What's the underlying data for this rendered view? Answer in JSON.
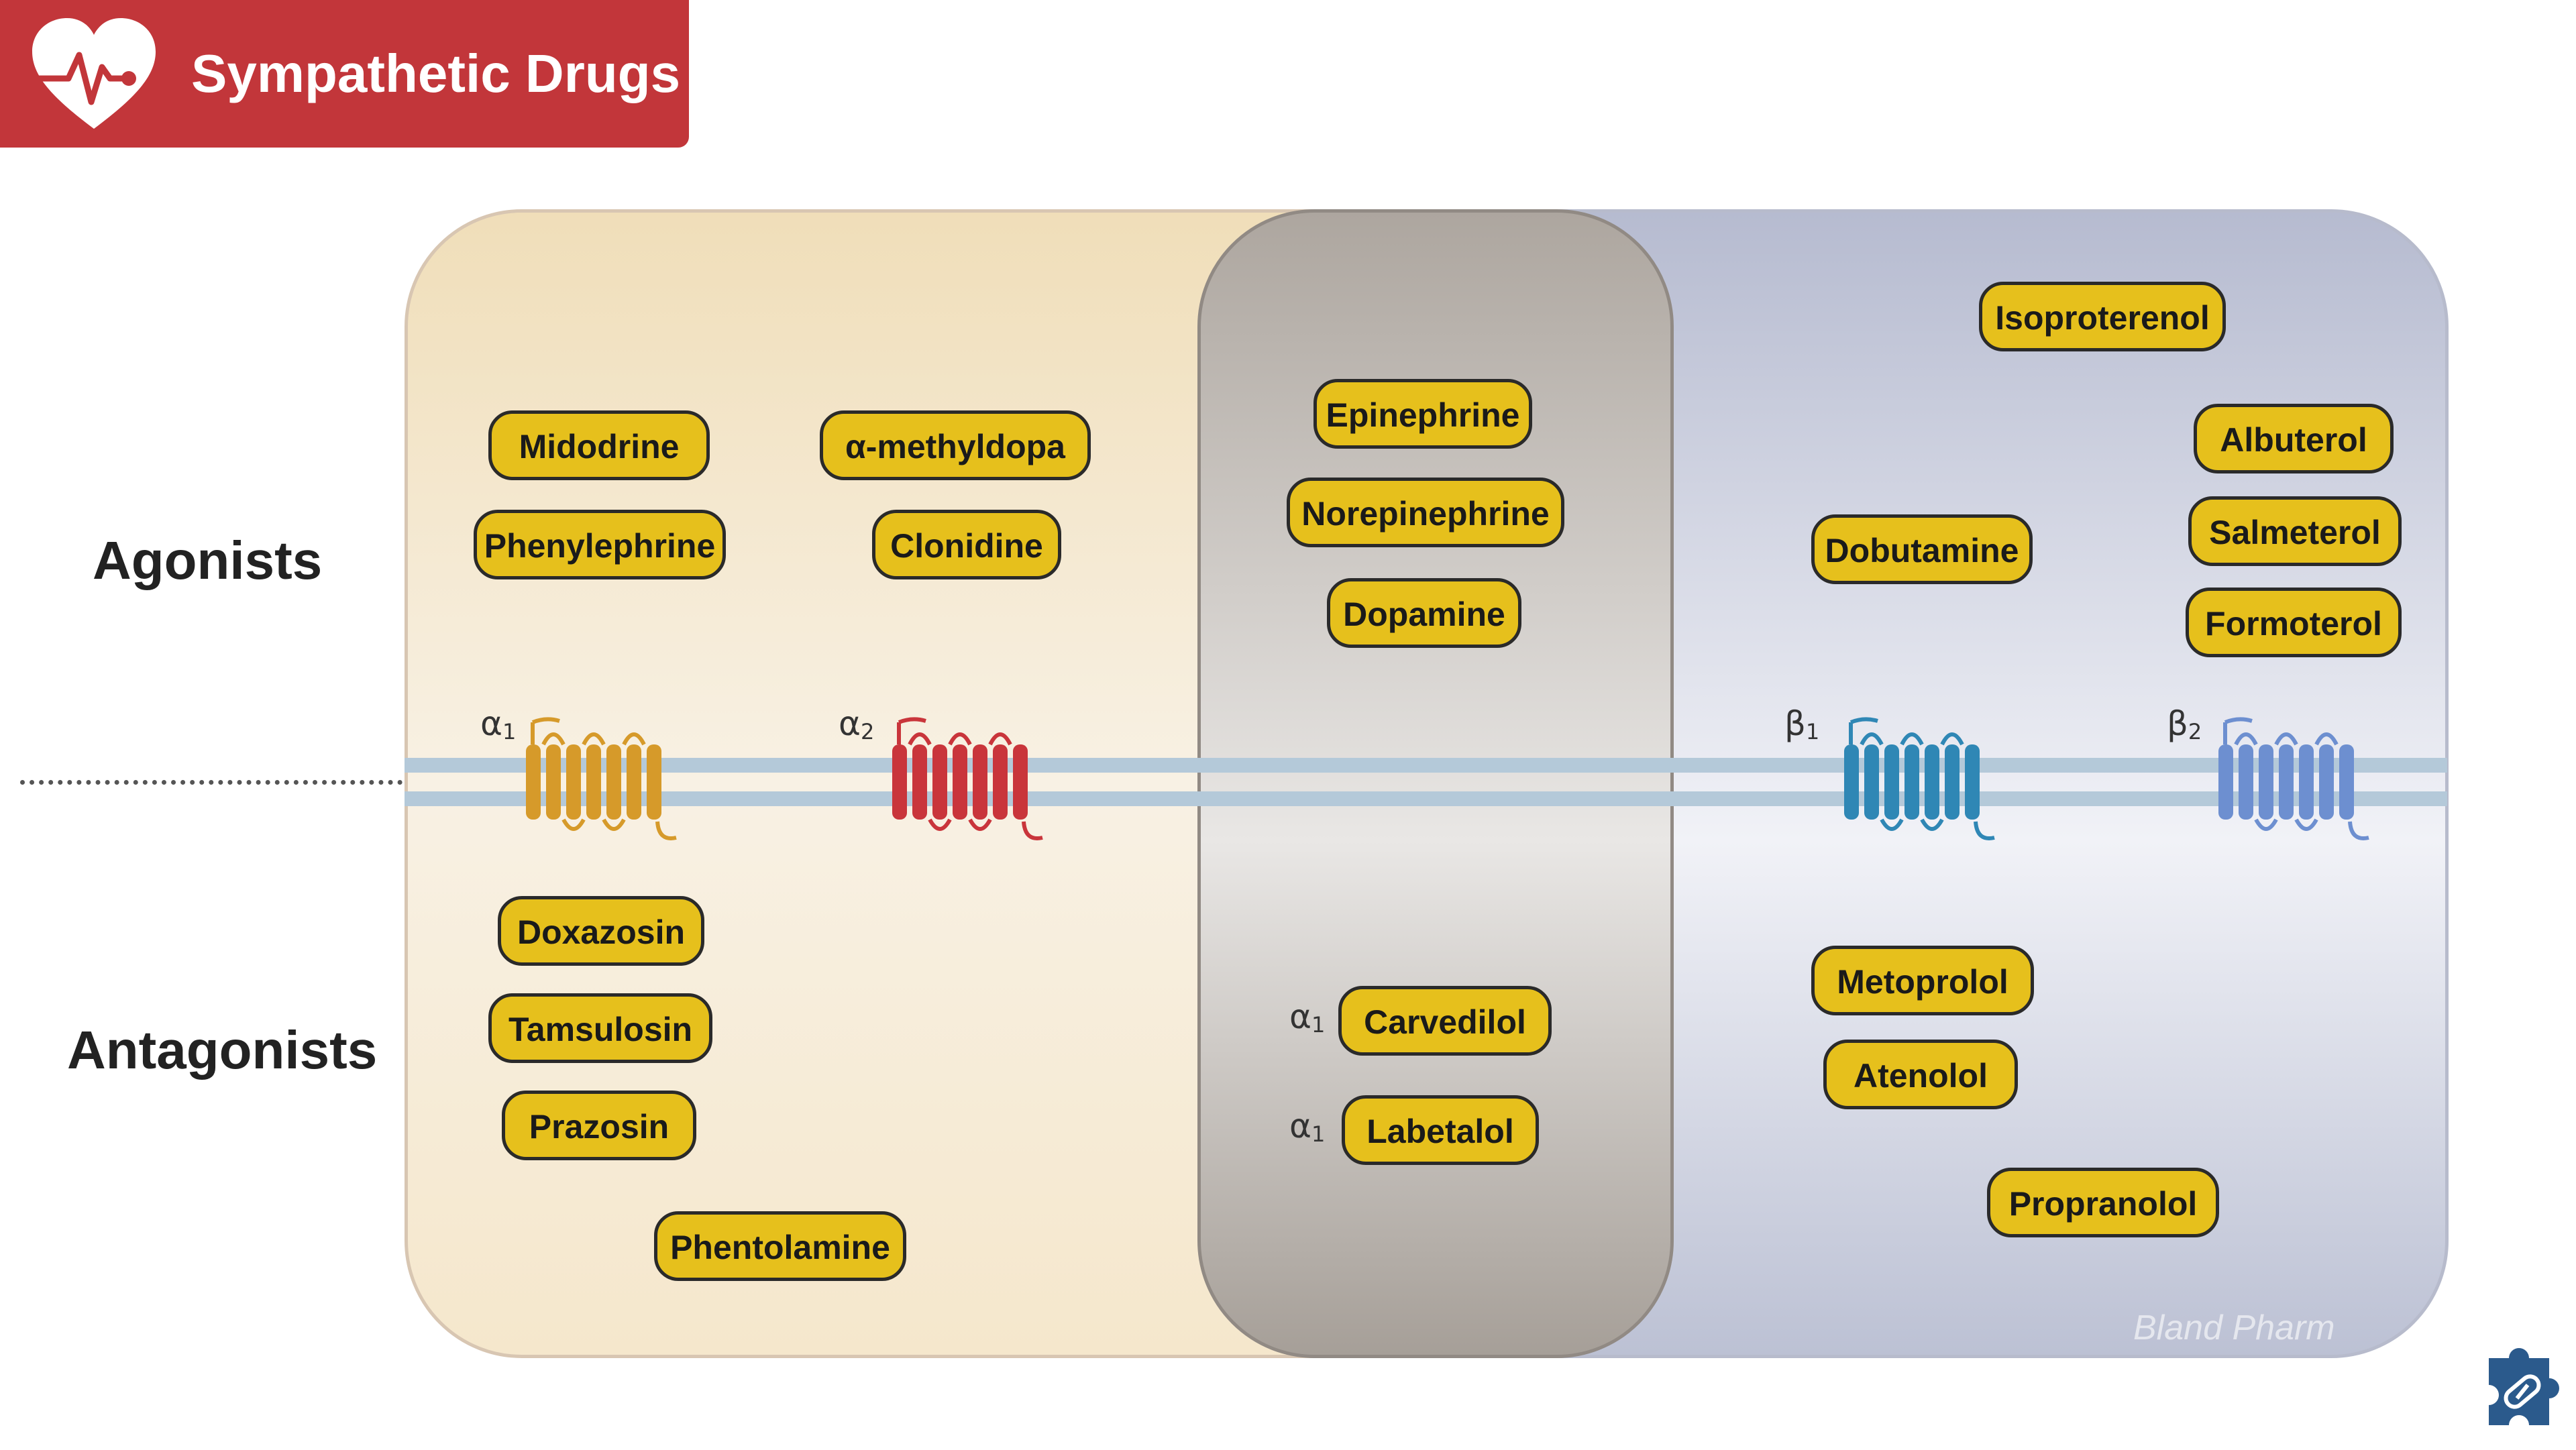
{
  "header": {
    "title": "Sympathetic Drugs",
    "icon": "heart-ecg-icon",
    "color": "#c2363a"
  },
  "rows": {
    "agonists": "Agonists",
    "antagonists": "Antagonists"
  },
  "receptors": {
    "alpha1": {
      "symbol": "α",
      "sub": "1",
      "color": "#d69a2a"
    },
    "alpha2": {
      "symbol": "α",
      "sub": "2",
      "color": "#c9353b"
    },
    "beta1": {
      "symbol": "β",
      "sub": "1",
      "color": "#2f87b5"
    },
    "beta2": {
      "symbol": "β",
      "sub": "2",
      "color": "#6d8fd0"
    }
  },
  "drugs": {
    "alpha_agonists": [
      "Midodrine",
      "Phenylephrine",
      "α-methyldopa",
      "Clonidine"
    ],
    "mixed_agonists": [
      "Epinephrine",
      "Norepinephrine",
      "Dopamine"
    ],
    "beta_agonists": [
      "Isoproterenol",
      "Dobutamine",
      "Albuterol",
      "Salmeterol",
      "Formoterol"
    ],
    "alpha_antagonists": [
      "Doxazosin",
      "Tamsulosin",
      "Prazosin",
      "Phentolamine"
    ],
    "mixed_antagonists": [
      "Carvedilol",
      "Labetalol"
    ],
    "beta_antagonists": [
      "Metoprolol",
      "Atenolol",
      "Propranolol"
    ]
  },
  "mixed_antagonist_labels": [
    {
      "symbol": "α",
      "sub": "1"
    },
    {
      "symbol": "α",
      "sub": "1"
    }
  ],
  "watermark": "Bland Pharm",
  "footer_icon": "puzzle-pill-icon",
  "colors": {
    "pill": "#e6c01c",
    "alpha_panel": "#f0deb9",
    "beta_panel": "#b6bbd0",
    "mixed_panel": "#ada69f",
    "membrane": "#b4c9d9"
  }
}
